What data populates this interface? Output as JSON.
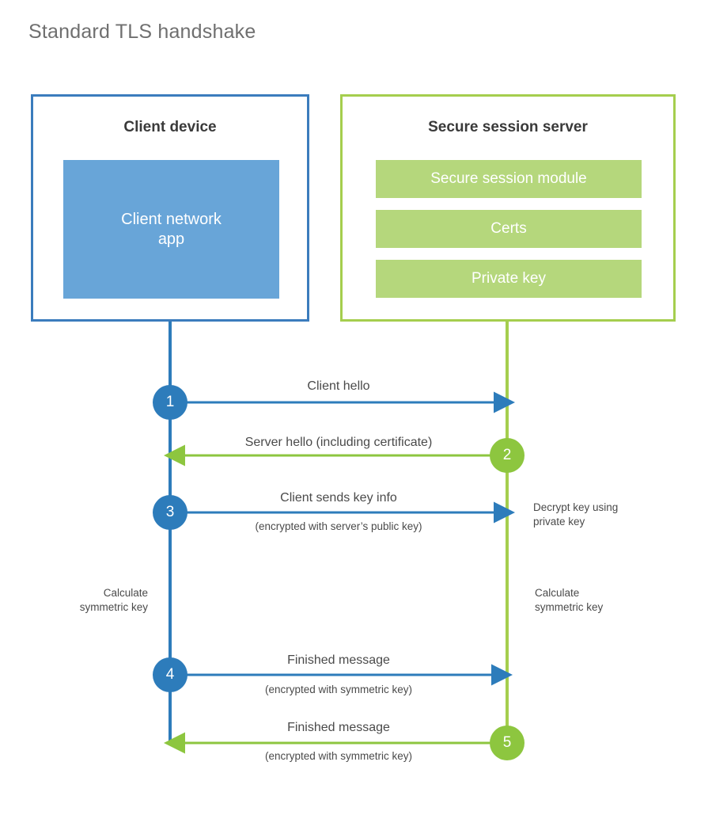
{
  "title": "Standard TLS handshake",
  "colors": {
    "client_border": "#3b7cbd",
    "client_lifeline": "#2d7cbb",
    "client_app_fill": "#68a5d8",
    "client_step_fill": "#2d7cbb",
    "server_border": "#a5ce4e",
    "server_lifeline": "#a5ce4e",
    "server_bar_fill": "#b5d77c",
    "server_step_fill": "#8dc63f",
    "title_text": "#6f6f6f",
    "body_text": "#4a4a4a",
    "background": "#ffffff"
  },
  "client": {
    "title": "Client device",
    "app_label": "Client network\napp"
  },
  "server": {
    "title": "Secure session server",
    "bars": [
      {
        "label": "Secure session module"
      },
      {
        "label": "Certs"
      },
      {
        "label": "Private key"
      }
    ]
  },
  "steps": [
    {
      "number": "1",
      "side": "client",
      "direction": "client-to-server",
      "label": "Client hello",
      "sublabel": ""
    },
    {
      "number": "2",
      "side": "server",
      "direction": "server-to-client",
      "label": "Server hello (including certificate)",
      "sublabel": ""
    },
    {
      "number": "3",
      "side": "client",
      "direction": "client-to-server",
      "label": "Client sends key info",
      "sublabel": "(encrypted with server’s public key)"
    },
    {
      "number": "4",
      "side": "client",
      "direction": "client-to-server",
      "label": "Finished message",
      "sublabel": "(encrypted with symmetric key)"
    },
    {
      "number": "5",
      "side": "server",
      "direction": "server-to-client",
      "label": "Finished message",
      "sublabel": "(encrypted with symmetric key)"
    }
  ],
  "notes": {
    "decrypt_key": "Decrypt key using\nprivate key",
    "calculate_left": "Calculate\nsymmetric key",
    "calculate_right": "Calculate\nsymmetric key"
  }
}
